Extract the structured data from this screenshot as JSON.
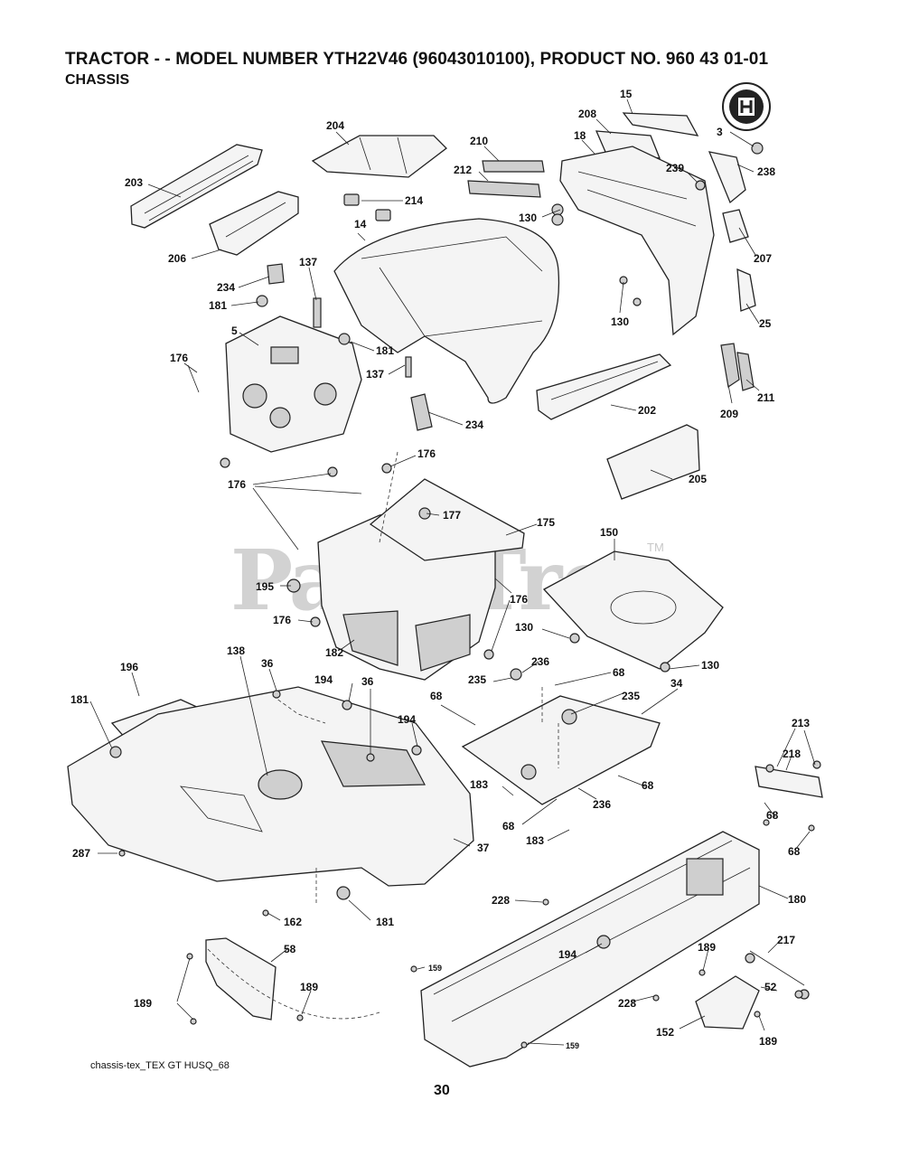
{
  "header": {
    "title": "TRACTOR - - MODEL NUMBER YTH22V46 (96043010100), PRODUCT NO. 960 43 01-01",
    "subtitle": "CHASSIS"
  },
  "watermark": {
    "text": "PartsTree",
    "tm": "TM"
  },
  "footer": {
    "note": "chassis-tex_TEX GT HUSQ_68",
    "page_number": "30"
  },
  "callouts": {
    "c15": "15",
    "c3": "3",
    "c208": "208",
    "c204": "204",
    "c18": "18",
    "c210": "210",
    "c239": "239",
    "c238": "238",
    "c203": "203",
    "c212": "212",
    "c214": "214",
    "c130a": "130",
    "c14": "14",
    "c206": "206",
    "c207": "207",
    "c137a": "137",
    "c234a": "234",
    "c181a": "181",
    "c25": "25",
    "c130b": "130",
    "c5": "5",
    "c181b": "181",
    "c176a": "176",
    "c137b": "137",
    "c234b": "234",
    "c202": "202",
    "c209": "209",
    "c211": "211",
    "c176b": "176",
    "c205": "205",
    "c176c": "176",
    "c177": "177",
    "c175": "175",
    "c150": "150",
    "c195": "195",
    "c176d": "176",
    "c176e": "176",
    "c130c": "130",
    "c182": "182",
    "c236a": "236",
    "c235a": "235",
    "c68a": "68",
    "c130d": "130",
    "c196": "196",
    "c138": "138",
    "c36a": "36",
    "c194a": "194",
    "c36b": "36",
    "c181c": "181",
    "c194b": "194",
    "c68b": "68",
    "c235b": "235",
    "c34": "34",
    "c213": "213",
    "c218": "218",
    "c183a": "183",
    "c68c": "68",
    "c236b": "236",
    "c68d": "68",
    "c68e": "68",
    "c183b": "183",
    "c68f": "68",
    "c287": "287",
    "c37": "37",
    "c228a": "228",
    "c180": "180",
    "c162": "162",
    "c181d": "181",
    "c58": "58",
    "c217": "217",
    "c189a": "189",
    "c194c": "194",
    "c189b": "189",
    "c52": "52",
    "c159a": "159",
    "c189c": "189",
    "c228b": "228",
    "c189d": "189",
    "c152": "152",
    "c159b": "159"
  }
}
